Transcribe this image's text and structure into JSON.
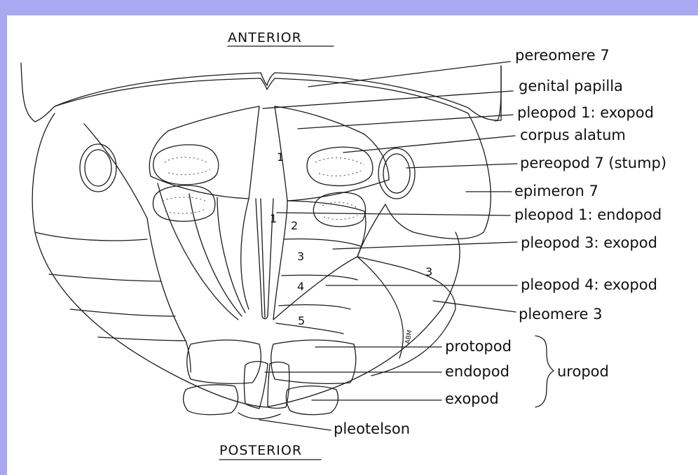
{
  "orientation": {
    "top": "ANTERIOR",
    "bottom": "POSTERIOR"
  },
  "labels": {
    "pereomere_7": "pereomere 7",
    "genital_papilla": "genital papilla",
    "pleopod_1_exopod": "pleopod 1: exopod",
    "corpus_alatum": "corpus alatum",
    "pereopod_7_stump": "pereopod 7 (stump)",
    "epimeron_7": "epimeron 7",
    "pleopod_1_endopod": "pleopod 1: endopod",
    "pleopod_3_exopod": "pleopod 3: exopod",
    "pleopod_4_exopod": "pleopod 4: exopod",
    "pleomere_3": "pleomere 3",
    "protopod": "protopod",
    "endopod": "endopod",
    "exopod": "exopod",
    "uropod": "uropod",
    "pleotelson": "pleotelson"
  },
  "segment_numbers": {
    "exopod_1": "1",
    "endopod_1": "1",
    "pleopod_2": "2",
    "pleopod_3": "3",
    "pleopod_4": "4",
    "pleopod_5": "5",
    "pleomere_3": "3"
  },
  "signature": "ABM"
}
